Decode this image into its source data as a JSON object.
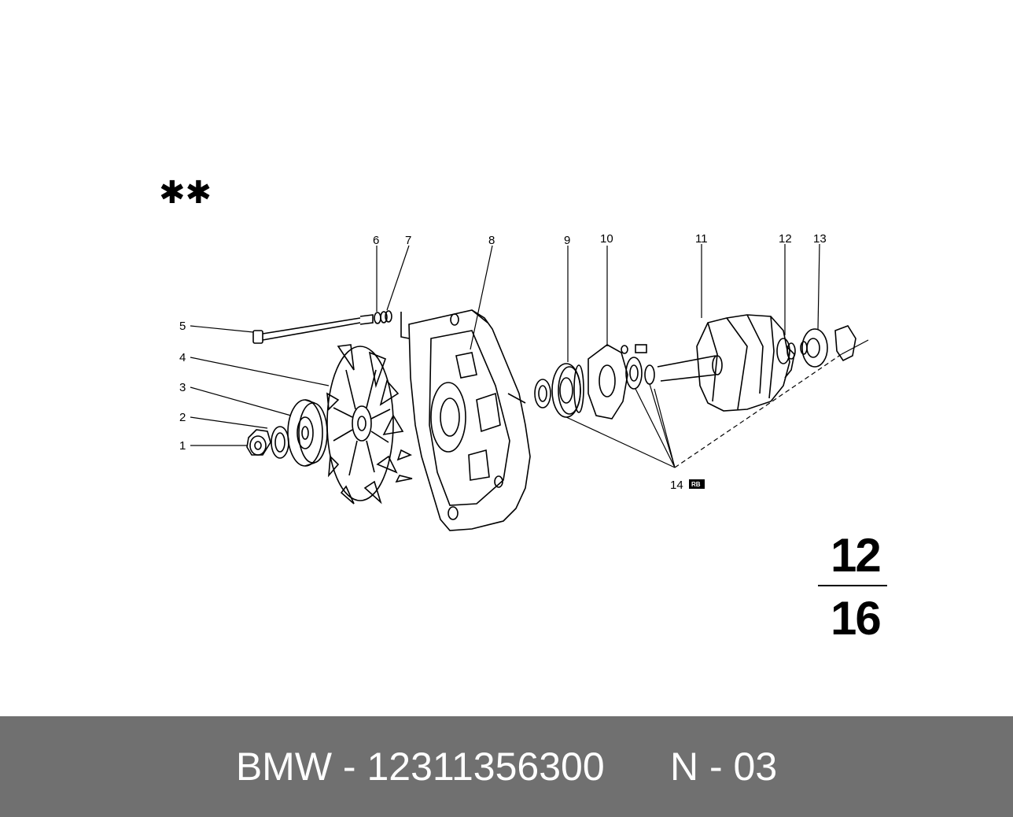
{
  "diagram": {
    "symbol": "✱✱",
    "callouts": [
      {
        "id": "c1",
        "label": "1"
      },
      {
        "id": "c2",
        "label": "2"
      },
      {
        "id": "c3",
        "label": "3"
      },
      {
        "id": "c4",
        "label": "4"
      },
      {
        "id": "c5",
        "label": "5"
      },
      {
        "id": "c6",
        "label": "6"
      },
      {
        "id": "c7",
        "label": "7"
      },
      {
        "id": "c8",
        "label": "8"
      },
      {
        "id": "c9",
        "label": "9"
      },
      {
        "id": "c10",
        "label": "10"
      },
      {
        "id": "c11",
        "label": "11"
      },
      {
        "id": "c12",
        "label": "12"
      },
      {
        "id": "c13",
        "label": "13"
      },
      {
        "id": "c14",
        "label": "14"
      }
    ],
    "badge": "RB",
    "group_top": "12",
    "group_bottom": "16"
  },
  "footer": {
    "brand": "BMW",
    "separator": " - ",
    "part_number": "12311356300",
    "variant": "N - 03"
  },
  "colors": {
    "ink": "#000000",
    "footer_bg": "#707070",
    "footer_text": "#ffffff"
  }
}
